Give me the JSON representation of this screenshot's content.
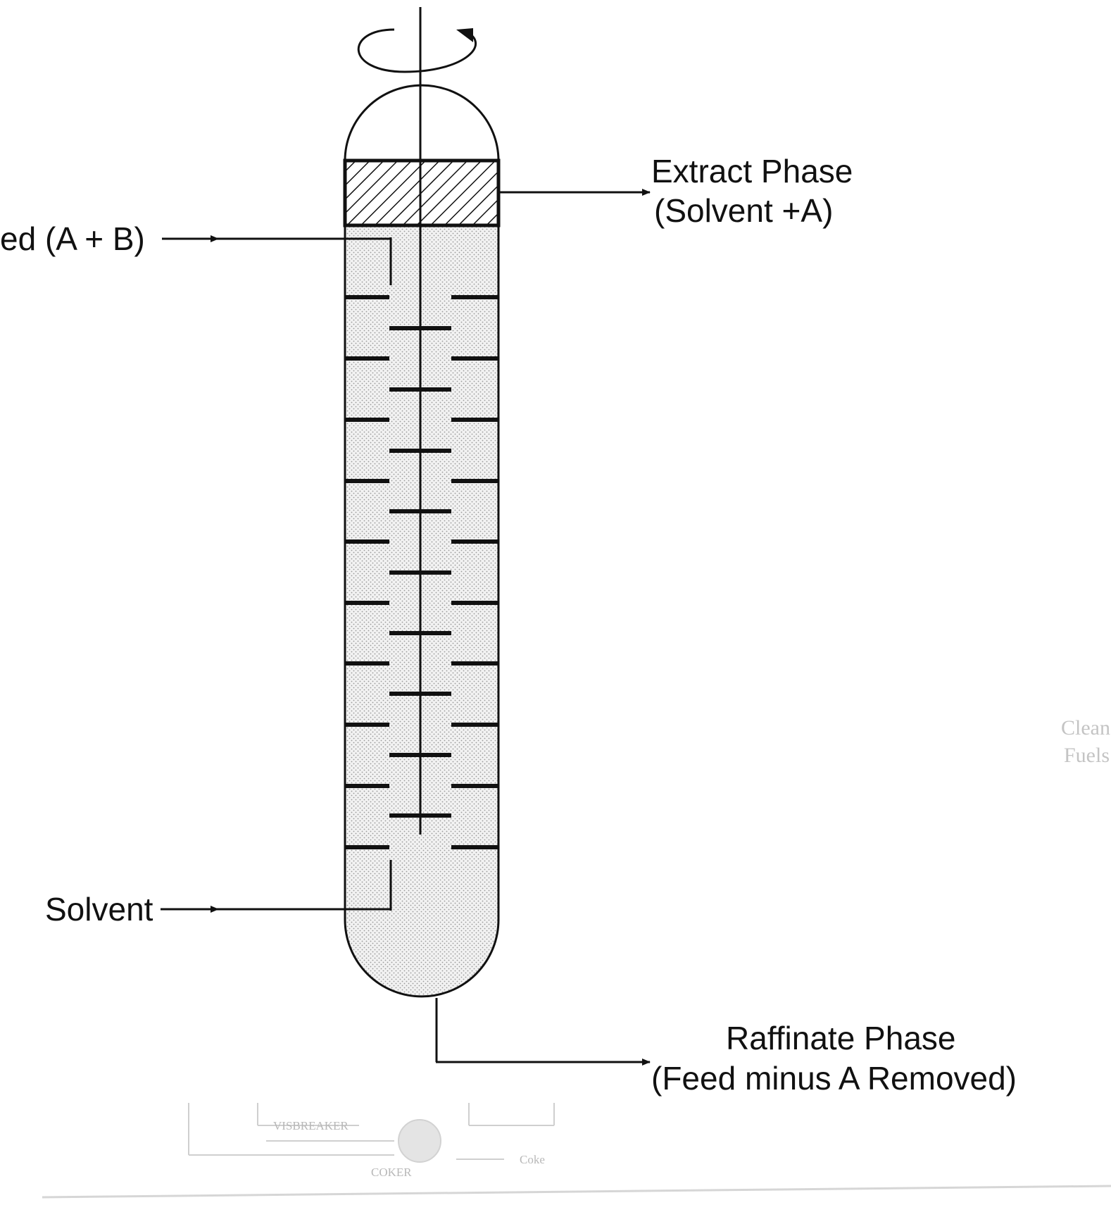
{
  "diagram": {
    "feed_label": "ed (A + B)",
    "solvent_label": "Solvent",
    "extract_label_line1": "Extract Phase",
    "extract_label_line2": "(Solvent +A)",
    "raffinate_label_line1": "Raffinate Phase",
    "raffinate_label_line2": "(Feed minus A Removed)"
  },
  "background": {
    "watermark_line1": "Clean",
    "watermark_line2": "Fuels",
    "faint_visbreaker": "VISBREAKER",
    "faint_coker": "COKER",
    "faint_coke": "Coke"
  },
  "colors": {
    "line": "#111111",
    "fill_stipple": "#d9d9d9",
    "faint": "#c4c4c4"
  }
}
